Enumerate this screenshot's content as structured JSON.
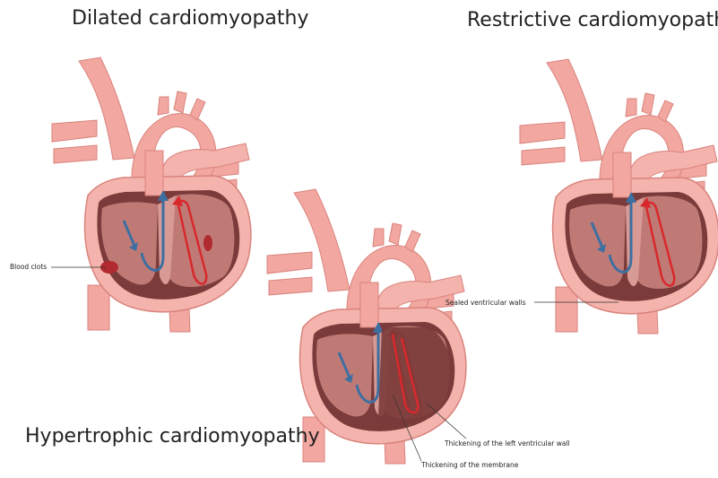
{
  "titles": {
    "dilated": "Dilated cardiomyopathy",
    "restrictive": "Restrictive cardiomyopathy",
    "hypertrophic": "Hypertrophic cardiomyopathy"
  },
  "labels": {
    "blood_clots": "Blood clots",
    "sealed_walls": "Sealed ventricular walls",
    "thick_lv_wall": "Thickening of the left ventricular wall",
    "thick_membrane": "Thickening of the membrane"
  },
  "colors": {
    "vessel": "#f2a7a1",
    "vessel_dark": "#d9837d",
    "heart_outer": "#f4b3ac",
    "chamber": "#7a3b3a",
    "muscle": "#c07a76",
    "muscle_light": "#d89a95",
    "arrow_blue": "#3d6fa0",
    "arrow_red": "#d8282c",
    "clot": "#b02a30"
  }
}
